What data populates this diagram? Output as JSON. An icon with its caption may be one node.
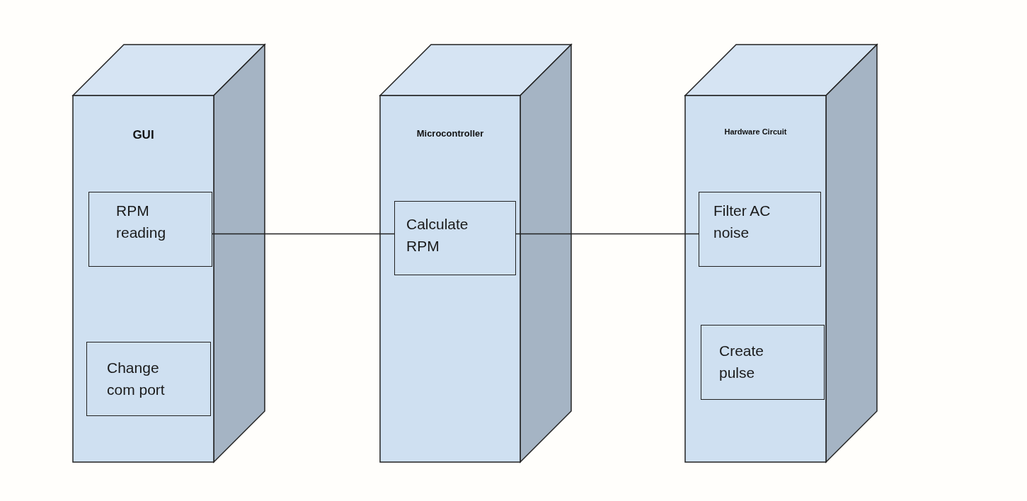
{
  "diagram": {
    "nodes": [
      {
        "text": [
          "GUI"
        ]
      },
      {
        "text": [
          "RPM reading"
        ],
        "in": 0
      },
      {
        "text": [
          "Change com port"
        ],
        "in": 0
      },
      {
        "text": [
          "Microcontroller"
        ]
      },
      {
        "text": [
          "Calculate RPM"
        ],
        "in": 3
      },
      {
        "text": [
          "Hardware Circuit"
        ]
      },
      {
        "text": [
          "Filter AC noise"
        ],
        "in": 5
      },
      {
        "text": [
          "Create pulse"
        ],
        "in": 5
      }
    ],
    "edges": [
      {
        "from": 1,
        "to": 4,
        "arrow": "none"
      },
      {
        "from": 4,
        "to": 6,
        "arrow": "none"
      }
    ]
  }
}
